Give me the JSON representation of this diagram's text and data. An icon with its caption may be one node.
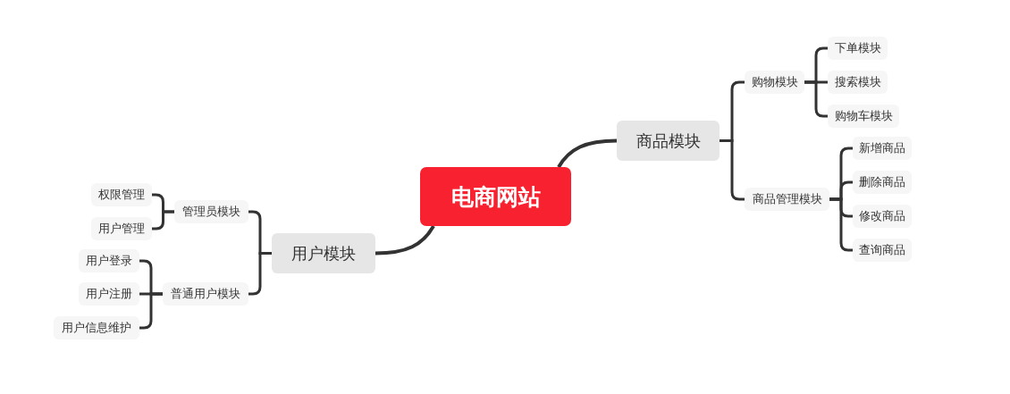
{
  "diagram": {
    "nodes": [
      {
        "text": [
          "电商网站"
        ]
      },
      {
        "text": [
          "商品模块"
        ]
      },
      {
        "text": [
          "购物模块"
        ]
      },
      {
        "text": [
          "下单模块"
        ]
      },
      {
        "text": [
          "搜索模块"
        ]
      },
      {
        "text": [
          "购物车模块"
        ]
      },
      {
        "text": [
          "商品管理模块"
        ]
      },
      {
        "text": [
          "新增商品"
        ]
      },
      {
        "text": [
          "删除商品"
        ]
      },
      {
        "text": [
          "修改商品"
        ]
      },
      {
        "text": [
          "查询商品"
        ]
      },
      {
        "text": [
          "用户模块"
        ]
      },
      {
        "text": [
          "管理员模块"
        ]
      },
      {
        "text": [
          "权限管理"
        ]
      },
      {
        "text": [
          "用户管理"
        ]
      },
      {
        "text": [
          "普通用户模块"
        ]
      },
      {
        "text": [
          "用户登录"
        ]
      },
      {
        "text": [
          "用户注册"
        ]
      },
      {
        "text": [
          "用户信息维护"
        ]
      }
    ],
    "edges": [
      {
        "from": 0,
        "to": 1,
        "arrow": "none"
      },
      {
        "from": 1,
        "to": 2,
        "arrow": "none"
      },
      {
        "from": 2,
        "to": 3,
        "arrow": "none"
      },
      {
        "from": 2,
        "to": 4,
        "arrow": "none"
      },
      {
        "from": 2,
        "to": 5,
        "arrow": "none"
      },
      {
        "from": 1,
        "to": 6,
        "arrow": "none"
      },
      {
        "from": 6,
        "to": 7,
        "arrow": "none"
      },
      {
        "from": 6,
        "to": 8,
        "arrow": "none"
      },
      {
        "from": 6,
        "to": 9,
        "arrow": "none"
      },
      {
        "from": 6,
        "to": 10,
        "arrow": "none"
      },
      {
        "from": 0,
        "to": 11,
        "arrow": "none"
      },
      {
        "from": 11,
        "to": 12,
        "arrow": "none"
      },
      {
        "from": 12,
        "to": 13,
        "arrow": "none"
      },
      {
        "from": 12,
        "to": 14,
        "arrow": "none"
      },
      {
        "from": 11,
        "to": 15,
        "arrow": "none"
      },
      {
        "from": 15,
        "to": 16,
        "arrow": "none"
      },
      {
        "from": 15,
        "to": 17,
        "arrow": "none"
      },
      {
        "from": 15,
        "to": 18,
        "arrow": "none"
      }
    ]
  }
}
